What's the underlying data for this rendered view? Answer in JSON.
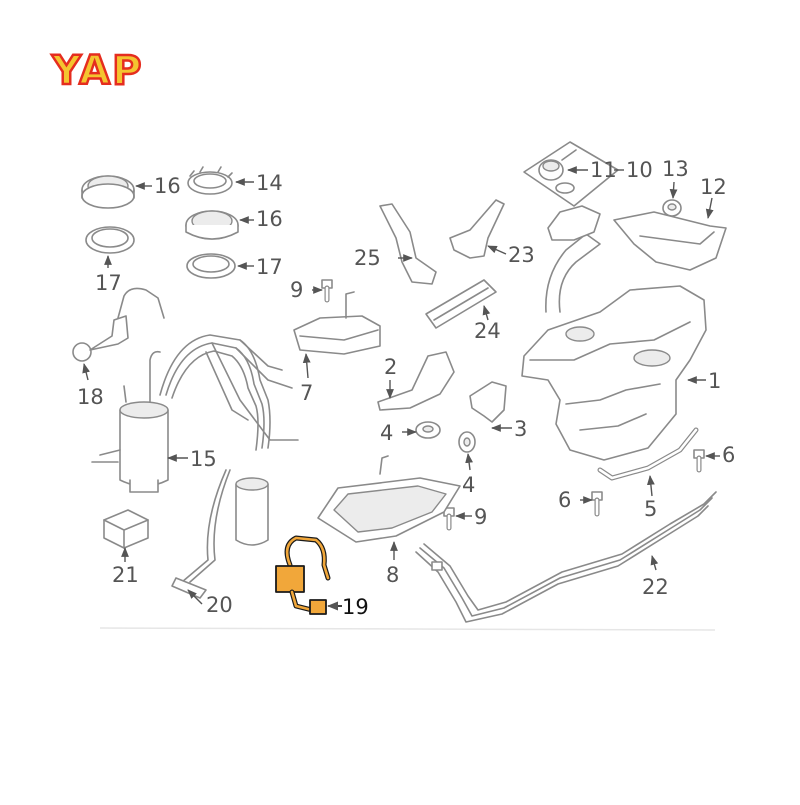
{
  "brand": {
    "logo_text": "YAP",
    "logo_color": "#e52d1f",
    "logo_fill": "#f4c430"
  },
  "highlight_color": "#f1a73a",
  "callouts": {
    "c1": "1",
    "c2": "2",
    "c3": "3",
    "c4a": "4",
    "c4b": "4",
    "c5": "5",
    "c6a": "6",
    "c6b": "6",
    "c7": "7",
    "c8": "8",
    "c9a": "9",
    "c9b": "9",
    "c10": "10",
    "c11": "11",
    "c12": "12",
    "c13": "13",
    "c14": "14",
    "c15": "15",
    "c16a": "16",
    "c16b": "16",
    "c17a": "17",
    "c17b": "17",
    "c18": "18",
    "c19": "19",
    "c20": "20",
    "c21": "21",
    "c22": "22",
    "c23": "23",
    "c24": "24",
    "c25": "25"
  }
}
